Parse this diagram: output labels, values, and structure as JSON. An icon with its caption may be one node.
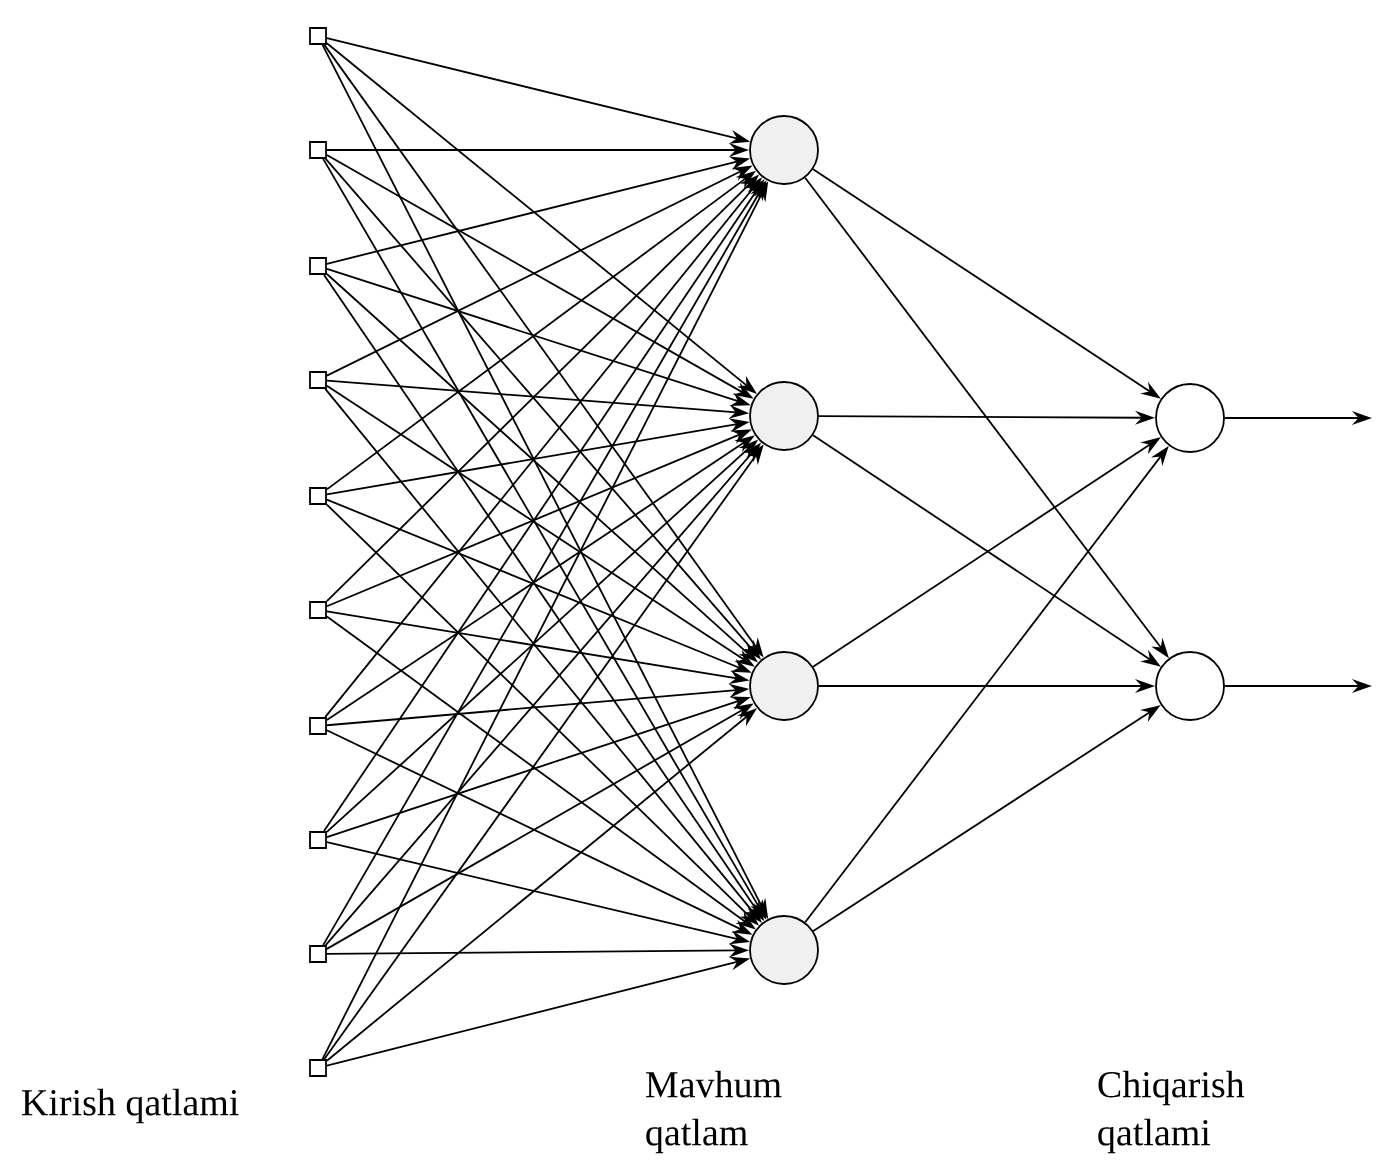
{
  "diagram": {
    "nodes": [
      {
        "text": [],
        "shape": "box"
      },
      {
        "text": [],
        "shape": "box"
      },
      {
        "text": [],
        "shape": "box"
      },
      {
        "text": [],
        "shape": "box"
      },
      {
        "text": [],
        "shape": "box"
      },
      {
        "text": [],
        "shape": "box"
      },
      {
        "text": [],
        "shape": "box"
      },
      {
        "text": [],
        "shape": "box"
      },
      {
        "text": [],
        "shape": "box"
      },
      {
        "text": [],
        "shape": "box"
      },
      {
        "text": [],
        "shape": "circle"
      },
      {
        "text": [],
        "shape": "circle"
      },
      {
        "text": [],
        "shape": "circle"
      },
      {
        "text": [],
        "shape": "circle"
      },
      {
        "text": [],
        "shape": "circle"
      },
      {
        "text": [],
        "shape": "circle"
      }
    ],
    "edges": [
      {
        "from": 0,
        "to": 10,
        "arrow": "to"
      },
      {
        "from": 0,
        "to": 11,
        "arrow": "to"
      },
      {
        "from": 0,
        "to": 12,
        "arrow": "to"
      },
      {
        "from": 0,
        "to": 13,
        "arrow": "to"
      },
      {
        "from": 1,
        "to": 10,
        "arrow": "to"
      },
      {
        "from": 1,
        "to": 11,
        "arrow": "to"
      },
      {
        "from": 1,
        "to": 12,
        "arrow": "to"
      },
      {
        "from": 1,
        "to": 13,
        "arrow": "to"
      },
      {
        "from": 2,
        "to": 10,
        "arrow": "to"
      },
      {
        "from": 2,
        "to": 11,
        "arrow": "to"
      },
      {
        "from": 2,
        "to": 12,
        "arrow": "to"
      },
      {
        "from": 2,
        "to": 13,
        "arrow": "to"
      },
      {
        "from": 3,
        "to": 10,
        "arrow": "to"
      },
      {
        "from": 3,
        "to": 11,
        "arrow": "to"
      },
      {
        "from": 3,
        "to": 12,
        "arrow": "to"
      },
      {
        "from": 3,
        "to": 13,
        "arrow": "to"
      },
      {
        "from": 4,
        "to": 10,
        "arrow": "to"
      },
      {
        "from": 4,
        "to": 11,
        "arrow": "to"
      },
      {
        "from": 4,
        "to": 12,
        "arrow": "to"
      },
      {
        "from": 4,
        "to": 13,
        "arrow": "to"
      },
      {
        "from": 5,
        "to": 10,
        "arrow": "to"
      },
      {
        "from": 5,
        "to": 11,
        "arrow": "to"
      },
      {
        "from": 5,
        "to": 12,
        "arrow": "to"
      },
      {
        "from": 5,
        "to": 13,
        "arrow": "to"
      },
      {
        "from": 6,
        "to": 10,
        "arrow": "to"
      },
      {
        "from": 6,
        "to": 11,
        "arrow": "to"
      },
      {
        "from": 6,
        "to": 12,
        "arrow": "to"
      },
      {
        "from": 6,
        "to": 13,
        "arrow": "to"
      },
      {
        "from": 7,
        "to": 10,
        "arrow": "to"
      },
      {
        "from": 7,
        "to": 11,
        "arrow": "to"
      },
      {
        "from": 7,
        "to": 12,
        "arrow": "to"
      },
      {
        "from": 7,
        "to": 13,
        "arrow": "to"
      },
      {
        "from": 8,
        "to": 10,
        "arrow": "to"
      },
      {
        "from": 8,
        "to": 11,
        "arrow": "to"
      },
      {
        "from": 8,
        "to": 12,
        "arrow": "to"
      },
      {
        "from": 8,
        "to": 13,
        "arrow": "to"
      },
      {
        "from": 9,
        "to": 10,
        "arrow": "to"
      },
      {
        "from": 9,
        "to": 11,
        "arrow": "to"
      },
      {
        "from": 9,
        "to": 12,
        "arrow": "to"
      },
      {
        "from": 9,
        "to": 13,
        "arrow": "to"
      },
      {
        "from": 10,
        "to": 14,
        "arrow": "to"
      },
      {
        "from": 10,
        "to": 15,
        "arrow": "to"
      },
      {
        "from": 11,
        "to": 14,
        "arrow": "to"
      },
      {
        "from": 11,
        "to": 15,
        "arrow": "to"
      },
      {
        "from": 12,
        "to": 14,
        "arrow": "to"
      },
      {
        "from": 12,
        "to": 15,
        "arrow": "to"
      },
      {
        "from": 13,
        "to": 14,
        "arrow": "to"
      },
      {
        "from": 13,
        "to": 15,
        "arrow": "to"
      },
      {
        "from": 14,
        "to": null,
        "arrow": "to"
      },
      {
        "from": 15,
        "to": null,
        "arrow": "to"
      }
    ],
    "labels": [
      "Kirish qatlami",
      "Mavhum qatlam",
      "Chiqarish qatlami"
    ]
  }
}
